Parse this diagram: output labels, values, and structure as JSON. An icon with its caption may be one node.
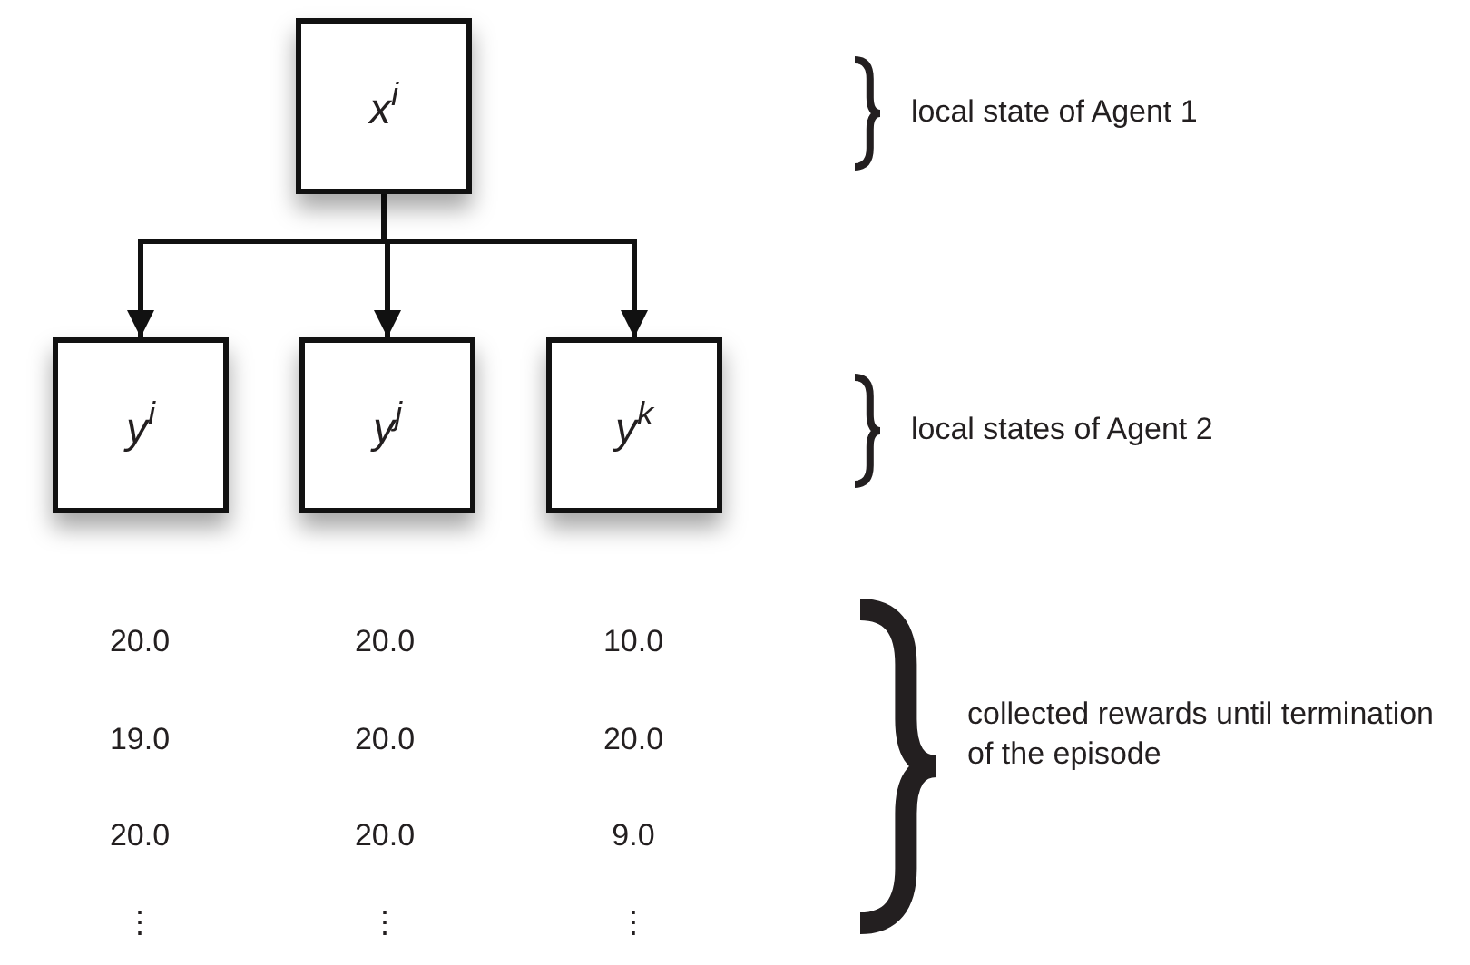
{
  "diagram": {
    "nodes": [
      {
        "text": [
          "x$^{i}$"
        ]
      },
      {
        "text": [
          "y$^{i}$"
        ]
      },
      {
        "text": [
          "y$^{j}$"
        ]
      },
      {
        "text": [
          "y$^{k}$"
        ]
      }
    ],
    "edges": [
      {
        "from": 0,
        "to": 1,
        "arrow": "to"
      },
      {
        "from": 0,
        "to": 2,
        "arrow": "to"
      },
      {
        "from": 0,
        "to": 3,
        "arrow": "to"
      }
    ],
    "labels": [
      "local state of Agent 1",
      "local states of Agent 2",
      "20.0",
      "20.0",
      "10.0",
      "19.0",
      "20.0",
      "20.0",
      "20.0",
      "20.0",
      "9.0",
      "⋮",
      "⋮",
      "⋮",
      "collected rewards until termination of the episode"
    ]
  }
}
